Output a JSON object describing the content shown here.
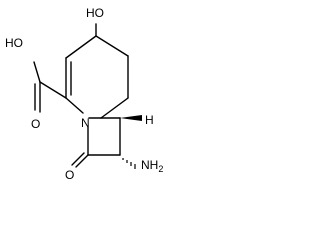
{
  "labels": {
    "oh_top": "HO",
    "acid_ho": "HO",
    "acid_o": "O",
    "n_ring": "N",
    "lactam_o": "O",
    "nh2": "NH",
    "nh2_sub": "2",
    "h_bridge": "H"
  },
  "colors": {
    "ink": "#000000",
    "background": "#ffffff"
  }
}
